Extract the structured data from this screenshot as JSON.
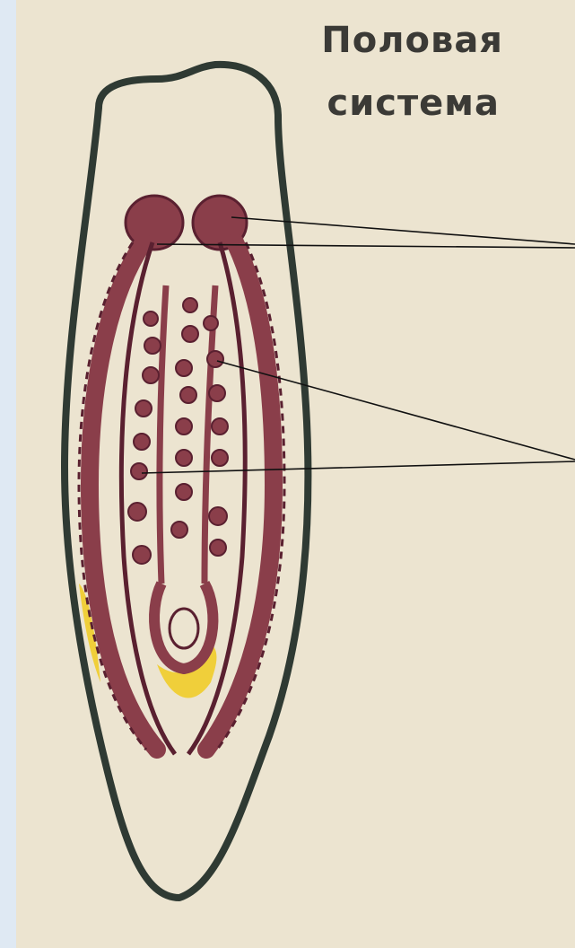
{
  "title": {
    "line1": "Половая",
    "line2": "система"
  },
  "colors": {
    "background_left_strip": "#dfe9f3",
    "paper": "#ece4d0",
    "body_outline": "#2f3a33",
    "reproductive_organ_fill": "#8a3e4a",
    "reproductive_organ_stroke": "#5a2030",
    "yolk_patch": "#f0cf3a",
    "pointer_line": "#111111"
  },
  "icons": {
    "organism": "flatworm-outline",
    "testes": "circle-follicle"
  }
}
